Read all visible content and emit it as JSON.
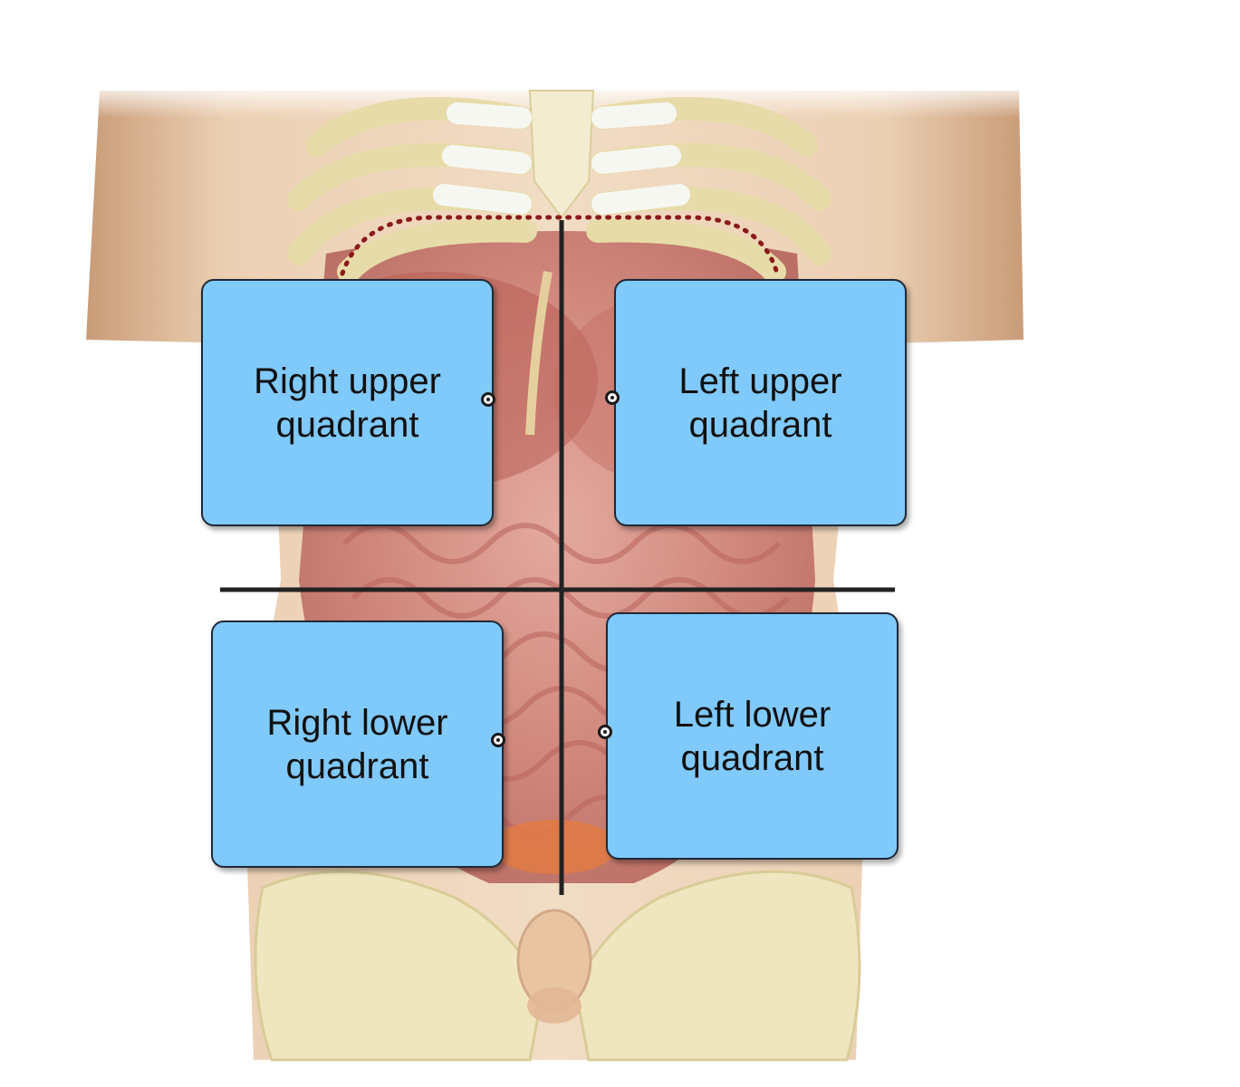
{
  "diagram": {
    "labels": {
      "right_upper": "Right upper\nquadrant",
      "left_upper": "Left upper\nquadrant",
      "right_lower": "Right lower\nquadrant",
      "left_lower": "Left lower\nquadrant"
    },
    "colors": {
      "label_fill": "#80c9fb",
      "skin": "#e9c7a8",
      "bone": "#efe6bf",
      "organ": "#c9736a",
      "intestine": "#d99a96",
      "divider_line": "#222222",
      "diaphragm_dotted": "#8b1a1a"
    }
  }
}
